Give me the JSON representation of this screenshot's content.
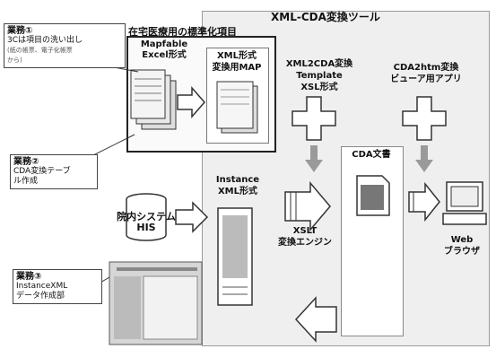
{
  "header": {
    "title": "XML-CDA変換ツール",
    "subtitle": "在宅医療用の標準化項目"
  },
  "excel_group": {
    "title_line1": "Mapfable",
    "title_line2": "Excel形式"
  },
  "map_box": {
    "line1": "XML形式",
    "line2": "変換用MAP"
  },
  "template": {
    "line1": "XML2CDA変換",
    "line2": "Template",
    "line3": "XSL形式"
  },
  "viewer": {
    "line1": "CDA2htm変換",
    "line2": "ビューア用アプリ"
  },
  "instance": {
    "line1": "Instance",
    "line2": "XML形式"
  },
  "cda_doc": {
    "label": "CDA文書"
  },
  "xslt": {
    "line1": "XSLT",
    "line2": "変換エンジン"
  },
  "his": {
    "line1": "院内システム",
    "line2": "HIS"
  },
  "browser": {
    "line1": "Web",
    "line2": "ブラウザ"
  },
  "callouts": [
    {
      "head": "業務①",
      "line1": "3Cは項目の洗い出し",
      "line2": "(紙の帳票、電子化帳票",
      "line3": "から)"
    },
    {
      "head": "業務②",
      "line1": "CDA変換テーブ",
      "line2": "ル作成"
    },
    {
      "head": "業務③",
      "line1": "InstanceXML",
      "line2": "データ作成部"
    }
  ],
  "colors": {
    "panel": "#efefef",
    "arrow_fill": "#ffffff",
    "arrow_stroke": "#333333",
    "down_arrow": "#9a9a9a"
  }
}
